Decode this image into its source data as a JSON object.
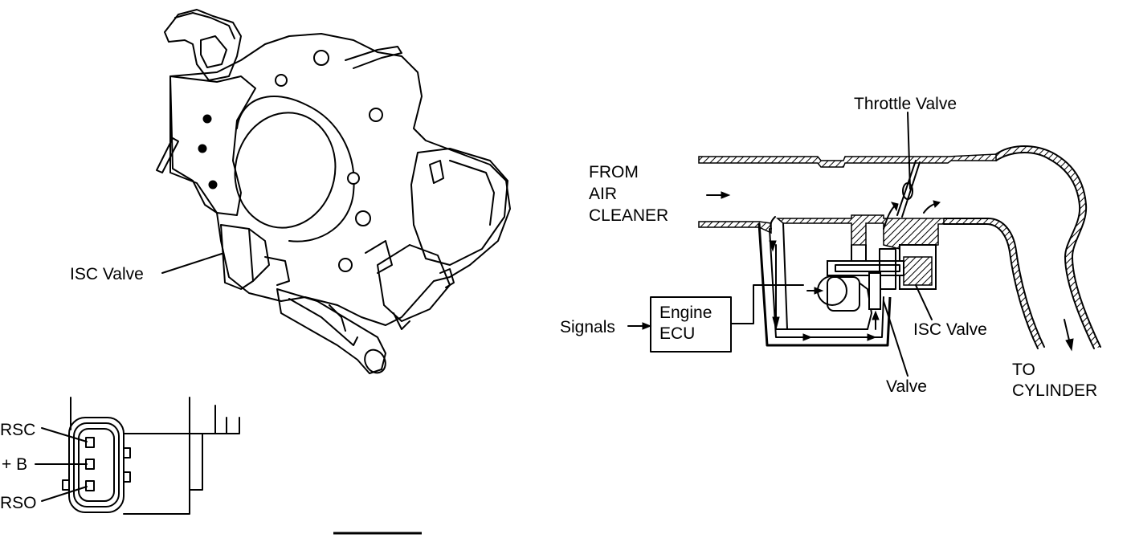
{
  "throttle_body": {
    "isc_valve_label": "ISC Valve"
  },
  "connector": {
    "pins": [
      "RSC",
      "+ B",
      "RSO"
    ]
  },
  "flow_diagram": {
    "throttle_valve_label": "Throttle Valve",
    "from_label_lines": [
      "FROM",
      "AIR",
      "CLEANER"
    ],
    "signals_label": "Signals",
    "ecu_label_lines": [
      "Engine",
      "ECU"
    ],
    "isc_valve_label": "ISC Valve",
    "valve_label": "Valve",
    "to_label_lines": [
      "TO",
      "CYLINDER"
    ]
  }
}
